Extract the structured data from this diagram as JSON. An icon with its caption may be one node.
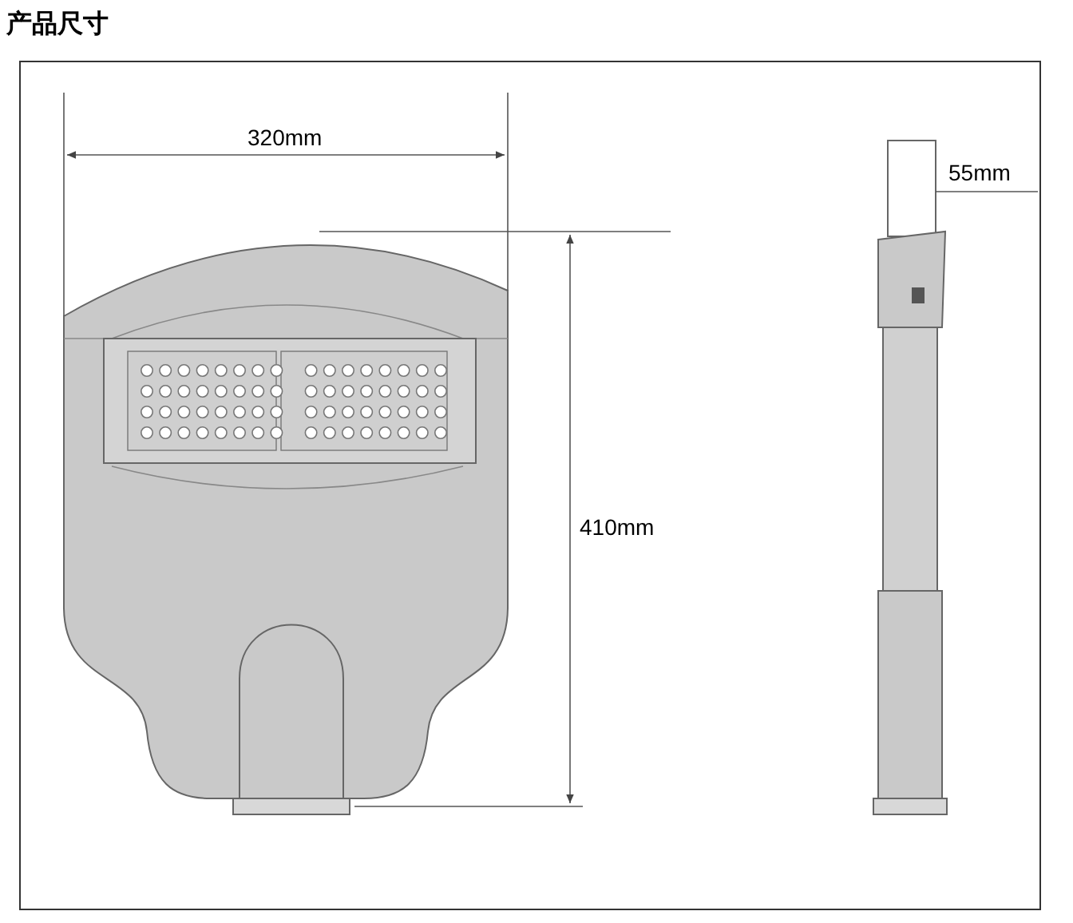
{
  "diagram": {
    "title": "产品尺寸",
    "labels": [
      "320mm",
      "410mm",
      "55mm"
    ]
  }
}
